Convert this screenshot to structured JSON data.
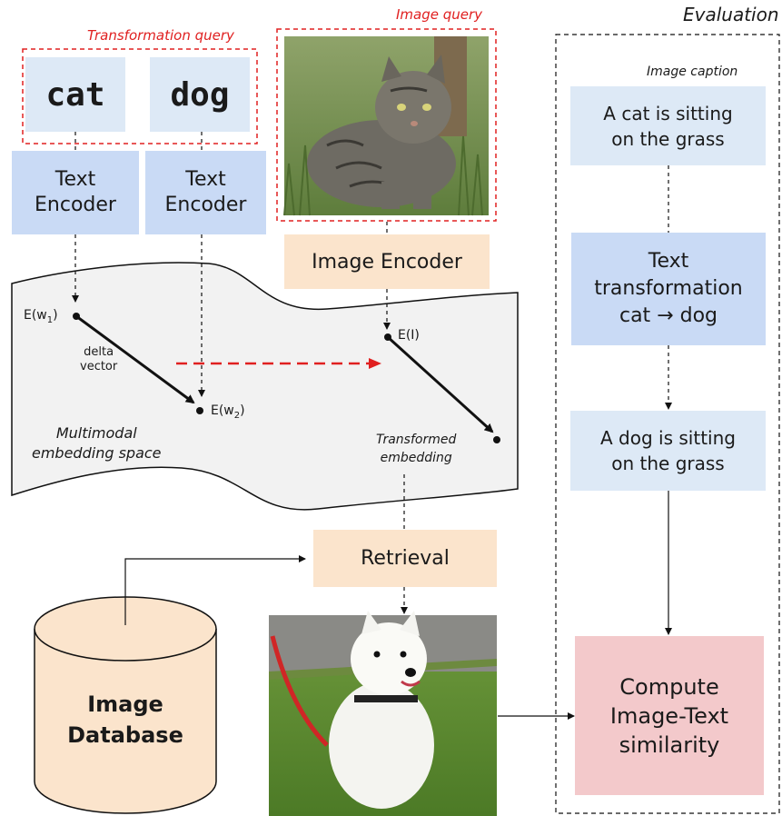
{
  "transformation_query": {
    "title": "Transformation query",
    "word1": "cat",
    "word2": "dog",
    "encoder1_line1": "Text",
    "encoder1_line2": "Encoder",
    "encoder2_line1": "Text",
    "encoder2_line2": "Encoder"
  },
  "image_query": {
    "title": "Image query",
    "encoder": "Image Encoder"
  },
  "embedding_space": {
    "label_line1": "Multimodal",
    "label_line2": "embedding space",
    "e_w1": "E(w",
    "e_w1_sub": "1",
    "e_w2": "E(w",
    "e_w2_sub": "2",
    "close_paren": ")",
    "e_i": "E(I)",
    "delta_line1": "delta",
    "delta_line2": "vector",
    "transformed_line1": "Transformed",
    "transformed_line2": "embedding"
  },
  "retrieval": {
    "label": "Retrieval"
  },
  "database": {
    "line1": "Image",
    "line2": "Database"
  },
  "evaluation": {
    "title": "Evaluation",
    "caption_title": "Image caption",
    "caption1_line1": "A cat is sitting",
    "caption1_line2": "on the grass",
    "transform_line1": "Text",
    "transform_line2": "transformation",
    "transform_line3": "cat → dog",
    "caption2_line1": "A dog is sitting",
    "caption2_line2": "on the grass",
    "compute_line1": "Compute",
    "compute_line2": "Image-Text",
    "compute_line3": "similarity"
  },
  "colors": {
    "query_box": "#dde9f6",
    "encoder_box": "#c9daf5",
    "peach_box": "#fbe4cc",
    "compute_box": "#f3c9cb",
    "red_accent": "#e02020",
    "embedding_fill": "#f2f2f2"
  }
}
